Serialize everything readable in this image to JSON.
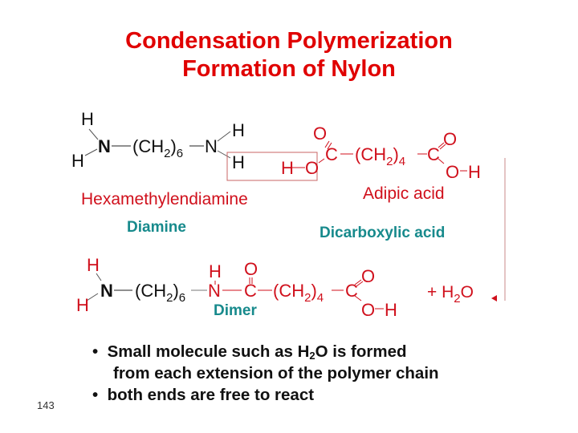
{
  "title": {
    "line1": "Condensation Polymerization",
    "line2": "Formation of Nylon"
  },
  "reactants": {
    "diamine": {
      "h_top": "H",
      "h_bottom": "H",
      "n_left": "N",
      "chain_open": "(CH",
      "chain_sub2": "2",
      "chain_close": ")",
      "chain_sub6": "6",
      "n_right": "N",
      "h_right_top": "H",
      "h_right_bottom": "H",
      "name": "Hexamethylendiamine",
      "category": "Diamine"
    },
    "diacid": {
      "h_left": "H",
      "o_left": "O",
      "o_top_left": "O",
      "c_left": "C",
      "chain_open": "(CH",
      "chain_sub2": "2",
      "chain_close": ")",
      "chain_sub4": "4",
      "c_right": "C",
      "o_top_right": "O",
      "o_right": "O",
      "h_right": "H",
      "name": "Adipic acid",
      "category": "Dicarboxylic acid"
    }
  },
  "product": {
    "h_top": "H",
    "h_bottom": "H",
    "n_left": "N",
    "chain6_open": "(CH",
    "chain6_sub2": "2",
    "chain6_close": ")",
    "chain6_sub": "6",
    "amide_h": "H",
    "amide_n": "N",
    "amide_o": "O",
    "amide_c": "C",
    "chain4_open": "(CH",
    "chain4_sub2": "2",
    "chain4_close": ")",
    "chain4_sub": "4",
    "c_right": "C",
    "o_top_right": "O",
    "o_right": "O",
    "h_right": "H",
    "byproduct_plus": "+ H",
    "byproduct_sub": "2",
    "byproduct_o": "O",
    "label": "Dimer"
  },
  "bullets": {
    "b1_prefix": "Small molecule such as H",
    "b1_sub": "2",
    "b1_suffix": "O is formed",
    "b1_line2": "from each extension of the polymer chain",
    "b2": "both ends are free to react",
    "marker": "•"
  },
  "page_number": "143",
  "colors": {
    "title": "#e00000",
    "reaction_red": "#d0101c",
    "label_teal": "#178a8c",
    "text": "#111111",
    "box_outline": "#c86464"
  }
}
